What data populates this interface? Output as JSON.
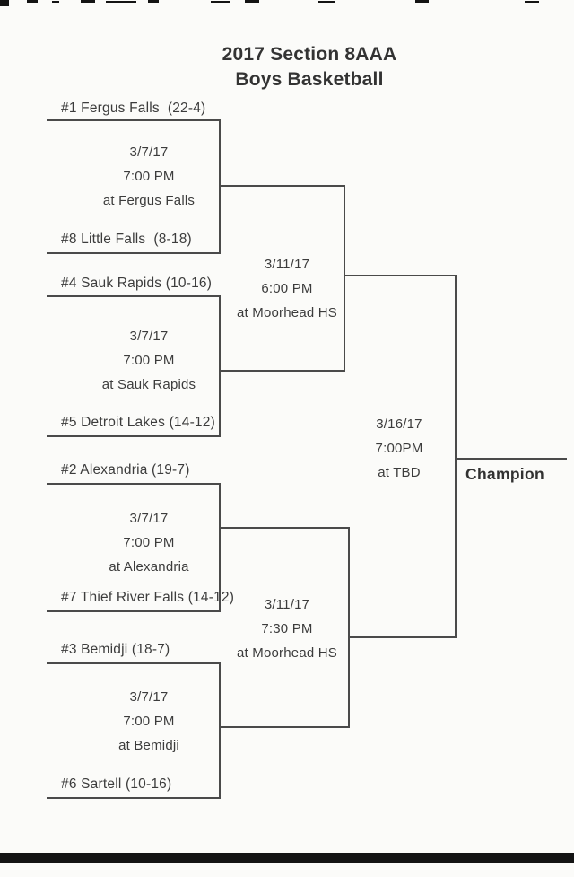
{
  "title": {
    "line1": "2017 Section 8AAA",
    "line2": "Boys Basketball"
  },
  "teams": {
    "seed1": "#1 Fergus Falls  (22-4)",
    "seed8": "#8 Little Falls  (8-18)",
    "seed4": "#4 Sauk Rapids (10-16)",
    "seed5": "#5 Detroit Lakes (14-12)",
    "seed2": "#2 Alexandria (19-7)",
    "seed7": "#7 Thief River Falls (14-12)",
    "seed3": "#3 Bemidji (18-7)",
    "seed6": "#6 Sartell (10-16)"
  },
  "games": {
    "quarterfinal1": {
      "date": "3/7/17",
      "time": "7:00 PM",
      "location": "at Fergus Falls"
    },
    "quarterfinal2": {
      "date": "3/7/17",
      "time": "7:00 PM",
      "location": "at Sauk Rapids"
    },
    "quarterfinal3": {
      "date": "3/7/17",
      "time": "7:00 PM",
      "location": "at Alexandria"
    },
    "quarterfinal4": {
      "date": "3/7/17",
      "time": "7:00 PM",
      "location": "at Bemidji"
    },
    "semifinal1": {
      "date": "3/11/17",
      "time": "6:00 PM",
      "location": "at Moorhead HS"
    },
    "semifinal2": {
      "date": "3/11/17",
      "time": "7:30 PM",
      "location": "at Moorhead HS"
    },
    "final": {
      "date": "3/16/17",
      "time": "7:00PM",
      "location": "at TBD"
    }
  },
  "labels": {
    "champion": "Champion"
  },
  "colors": {
    "paper": "#fbfbf9",
    "ink": "#3c3c3c",
    "line": "#4a4a4a",
    "artifact": "#141414"
  }
}
